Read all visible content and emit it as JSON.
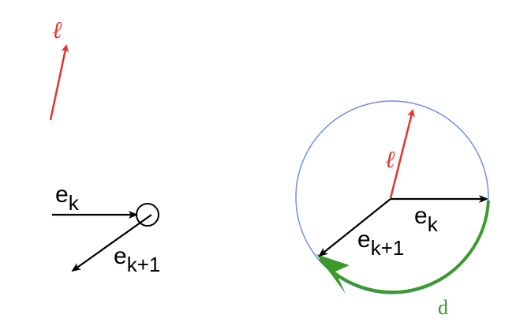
{
  "labels": {
    "l_symbol": "ℓ",
    "e_base": "e",
    "k_sub": "k",
    "k_plus_1_sub": "k+1",
    "d_label": "d"
  },
  "colors": {
    "red_vector": "#e8322a",
    "black_vector": "#000000",
    "circle_outline": "#6f8cf0",
    "green_arc": "#3a9a2a"
  },
  "icons": {
    "pivot_marker": "small-circle-icon",
    "direction_marker": "arrowhead-icon"
  }
}
